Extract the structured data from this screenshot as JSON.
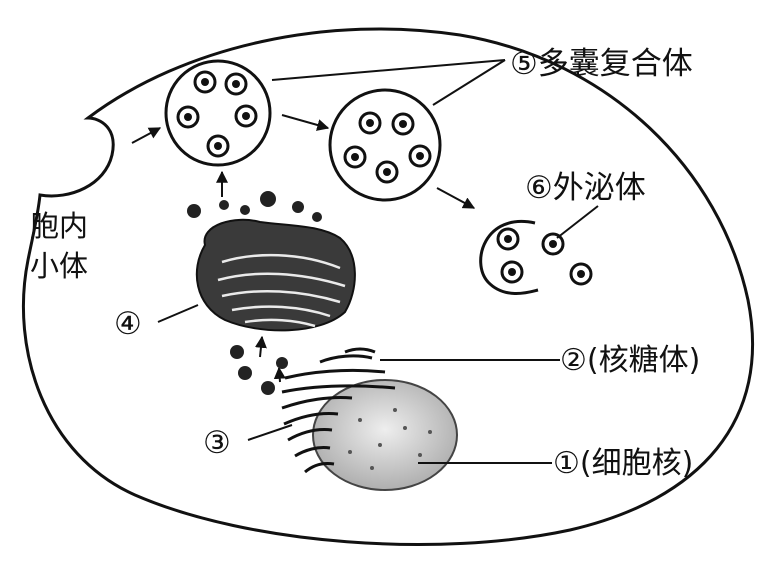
{
  "labels": {
    "mvb": "⑤多囊复合体",
    "exosome": "⑥外泌体",
    "endosome_line1": "胞内",
    "endosome_line2": "小体",
    "golgi": "④",
    "ribosome": "②(核糖体)",
    "er": "③",
    "nucleus": "①(细胞核)"
  },
  "colors": {
    "ink": "#111111",
    "background": "#ffffff",
    "nucleus_fill": "#cfcfcf"
  }
}
